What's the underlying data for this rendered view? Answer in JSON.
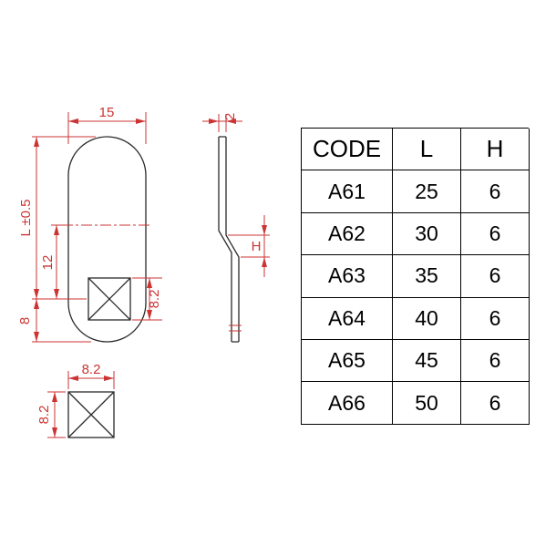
{
  "colors": {
    "outline": "#2a2a2a",
    "dimension": "#cc3333",
    "table_border": "#000000",
    "table_text": "#000000",
    "background": "#ffffff"
  },
  "drawing": {
    "front_view": {
      "width_dim": "15",
      "length_dim": "L ±0.5",
      "hole_center_dim": "12",
      "bottom_dim": "8",
      "hole_height_dim": "8.2"
    },
    "side_view": {
      "thickness_dim": "2",
      "offset_dim": "H"
    },
    "detail_view": {
      "width_dim": "8.2",
      "height_dim": "8.2"
    }
  },
  "table": {
    "headers": [
      "CODE",
      "L",
      "H"
    ],
    "rows": [
      [
        "A61",
        "25",
        "6"
      ],
      [
        "A62",
        "30",
        "6"
      ],
      [
        "A63",
        "35",
        "6"
      ],
      [
        "A64",
        "40",
        "6"
      ],
      [
        "A65",
        "45",
        "6"
      ],
      [
        "A66",
        "50",
        "6"
      ]
    ]
  }
}
